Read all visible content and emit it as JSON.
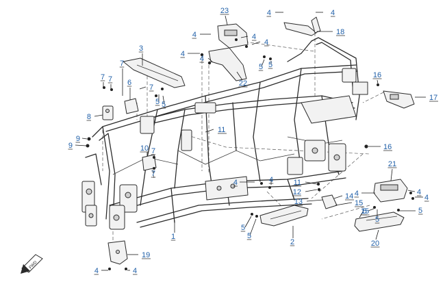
{
  "diagram": {
    "accent_color": "#1f5fa8",
    "line_color": "#2b2b2b",
    "direction_mark": "FWD",
    "callouts": [
      {
        "id": "c1",
        "label": "1"
      },
      {
        "id": "c2",
        "label": "2"
      },
      {
        "id": "c3",
        "label": "3"
      },
      {
        "id": "c4a",
        "label": "4"
      },
      {
        "id": "c4b",
        "label": "4"
      },
      {
        "id": "c4c",
        "label": "4"
      },
      {
        "id": "c4d",
        "label": "4"
      },
      {
        "id": "c4e",
        "label": "4"
      },
      {
        "id": "c4f",
        "label": "4"
      },
      {
        "id": "c4g",
        "label": "4"
      },
      {
        "id": "c4h",
        "label": "4"
      },
      {
        "id": "c4i",
        "label": "4"
      },
      {
        "id": "c4j",
        "label": "4"
      },
      {
        "id": "c4k",
        "label": "4"
      },
      {
        "id": "c4l",
        "label": "4"
      },
      {
        "id": "c4m",
        "label": "4"
      },
      {
        "id": "c4n",
        "label": "4"
      },
      {
        "id": "c5a",
        "label": "5"
      },
      {
        "id": "c5b",
        "label": "5"
      },
      {
        "id": "c5c",
        "label": "5"
      },
      {
        "id": "c5d",
        "label": "5"
      },
      {
        "id": "c5e",
        "label": "5"
      },
      {
        "id": "c5f",
        "label": "5"
      },
      {
        "id": "c5g",
        "label": "5"
      },
      {
        "id": "c5h",
        "label": "5"
      },
      {
        "id": "c5i",
        "label": "5"
      },
      {
        "id": "c6",
        "label": "6"
      },
      {
        "id": "c7a",
        "label": "7"
      },
      {
        "id": "c7b",
        "label": "7"
      },
      {
        "id": "c7c",
        "label": "7"
      },
      {
        "id": "c7d",
        "label": "7"
      },
      {
        "id": "c7e",
        "label": "7"
      },
      {
        "id": "c7f",
        "label": "7"
      },
      {
        "id": "c8",
        "label": "8"
      },
      {
        "id": "c9a",
        "label": "9"
      },
      {
        "id": "c9b",
        "label": "9"
      },
      {
        "id": "c10",
        "label": "10"
      },
      {
        "id": "c11a",
        "label": "11"
      },
      {
        "id": "c11b",
        "label": "11"
      },
      {
        "id": "c12",
        "label": "12"
      },
      {
        "id": "c13",
        "label": "13"
      },
      {
        "id": "c14",
        "label": "14"
      },
      {
        "id": "c15a",
        "label": "15"
      },
      {
        "id": "c15b",
        "label": "15"
      },
      {
        "id": "c16a",
        "label": "16"
      },
      {
        "id": "c16b",
        "label": "16"
      },
      {
        "id": "c17",
        "label": "17"
      },
      {
        "id": "c18",
        "label": "18"
      },
      {
        "id": "c19",
        "label": "19"
      },
      {
        "id": "c20",
        "label": "20"
      },
      {
        "id": "c21",
        "label": "21"
      },
      {
        "id": "c22",
        "label": "22"
      },
      {
        "id": "c23",
        "label": "23"
      }
    ]
  }
}
